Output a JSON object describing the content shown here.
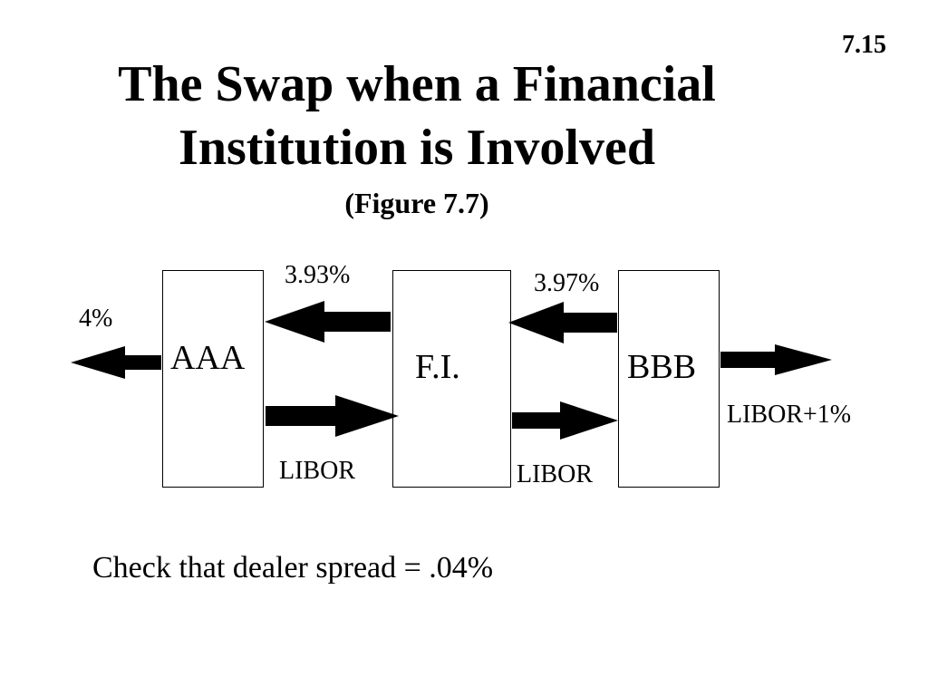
{
  "slide": {
    "number": "7.15",
    "title_line1": "The Swap when a Financial",
    "title_line2": "Institution is Involved",
    "subtitle": "(Figure 7.7)",
    "footnote": "Check that dealer spread = .04%"
  },
  "diagram": {
    "nodes": {
      "aaa": "AAA",
      "fi": "F.I.",
      "bbb": "BBB"
    },
    "flows": {
      "aaa_out": "4%",
      "fi_to_aaa": "3.93%",
      "aaa_to_fi": "LIBOR",
      "bbb_to_fi": "3.97%",
      "fi_to_bbb": "LIBOR",
      "bbb_out": "LIBOR+1%"
    }
  }
}
